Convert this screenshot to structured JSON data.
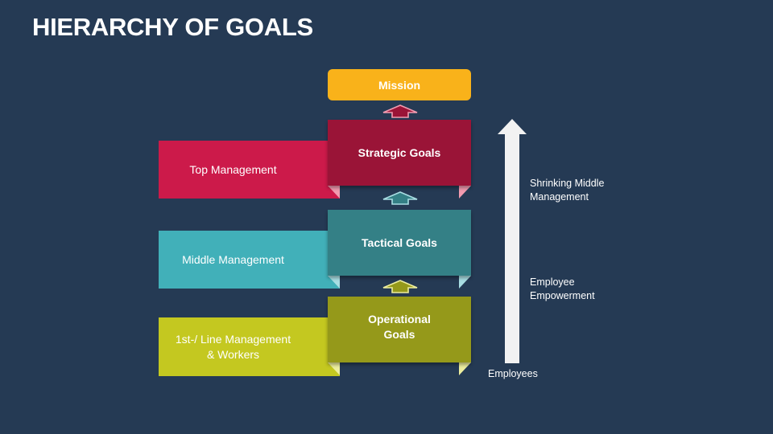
{
  "title": "HIERARCHY OF GOALS",
  "mission": {
    "label": "Mission",
    "color": "#F9B21A"
  },
  "levels": [
    {
      "left_label": "Top Management",
      "goal_label": "Strategic Goals",
      "left_color": "#CC1A4A",
      "goal_color": "#9A1437",
      "fold_color": "#F29BB0",
      "arrow_color": "#9A1437",
      "arrow_outline": "#F29BB0"
    },
    {
      "left_label": "Middle Management",
      "goal_label": "Tactical Goals",
      "left_color": "#41B0B9",
      "goal_color": "#348086",
      "fold_color": "#A9DEE3",
      "arrow_color": "#348086",
      "arrow_outline": "#A9DEE3"
    },
    {
      "left_label": "1st-/ Line Management & Workers",
      "goal_label": "Operational Goals",
      "left_color": "#C4C820",
      "goal_color": "#95991A",
      "fold_color": "#EDEE9E",
      "arrow_color": "#95991A",
      "arrow_outline": "#EDEE9E"
    }
  ],
  "big_arrow": {
    "color": "#F2F2F2",
    "labels": {
      "top": "Shrinking Middle Management",
      "middle": "Employee Empowerment",
      "bottom": "Employees"
    }
  },
  "background": "#253A54"
}
